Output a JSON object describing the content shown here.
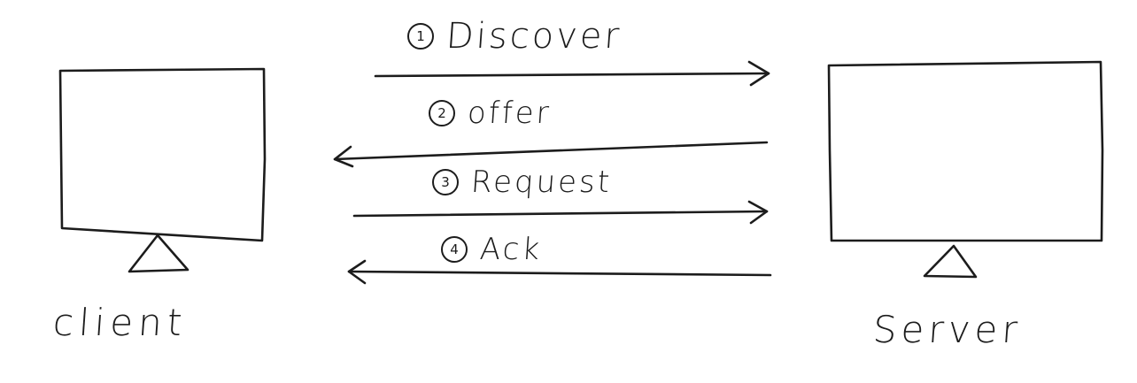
{
  "nodes": {
    "client": {
      "label": "client"
    },
    "server": {
      "label": "Server"
    }
  },
  "messages": [
    {
      "number": "1",
      "label": "Discover",
      "direction": "client-to-server"
    },
    {
      "number": "2",
      "label": "offer",
      "direction": "server-to-client"
    },
    {
      "number": "3",
      "label": "Request",
      "direction": "client-to-server"
    },
    {
      "number": "4",
      "label": "Ack",
      "direction": "server-to-client"
    }
  ],
  "colors": {
    "ink": "#1c1c1c",
    "paper": "#ffffff"
  }
}
